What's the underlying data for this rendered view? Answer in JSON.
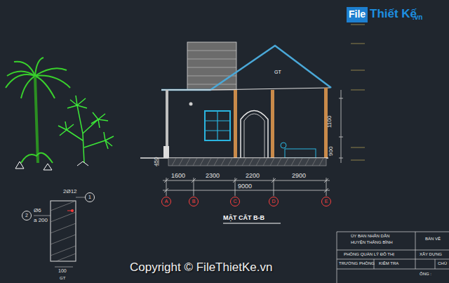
{
  "diagram": {
    "nodes": [
      {
        "text": [
          "A"
        ]
      },
      {
        "text": [
          "B"
        ]
      },
      {
        "text": [
          "C"
        ]
      },
      {
        "text": [
          "D"
        ]
      },
      {
        "text": [
          "E"
        ]
      },
      {
        "text": [
          "1"
        ]
      },
      {
        "text": [
          "2"
        ]
      }
    ],
    "labels": [
      "File",
      "Thiết Kế",
      ".vn",
      "GT",
      "1600",
      "2300",
      "2200",
      "2900",
      "9000",
      "450",
      "900",
      "1100",
      "MẶT CẮT B-B",
      "2Ø12",
      "Ø6",
      "a 200",
      "100",
      "GT",
      "ỦY BAN NHÂN DÂN",
      "HUYỆN THĂNG BÌNH",
      "BẢN VẼ",
      "PHÒNG QUẢN LÝ ĐÔ THỊ",
      "XÂY DỰNG",
      "TRƯỞNG PHÒNG",
      "KIỂM TRA",
      "CHỦ",
      "ÔNG :",
      "Copyright © FileThietKe.vn"
    ]
  }
}
